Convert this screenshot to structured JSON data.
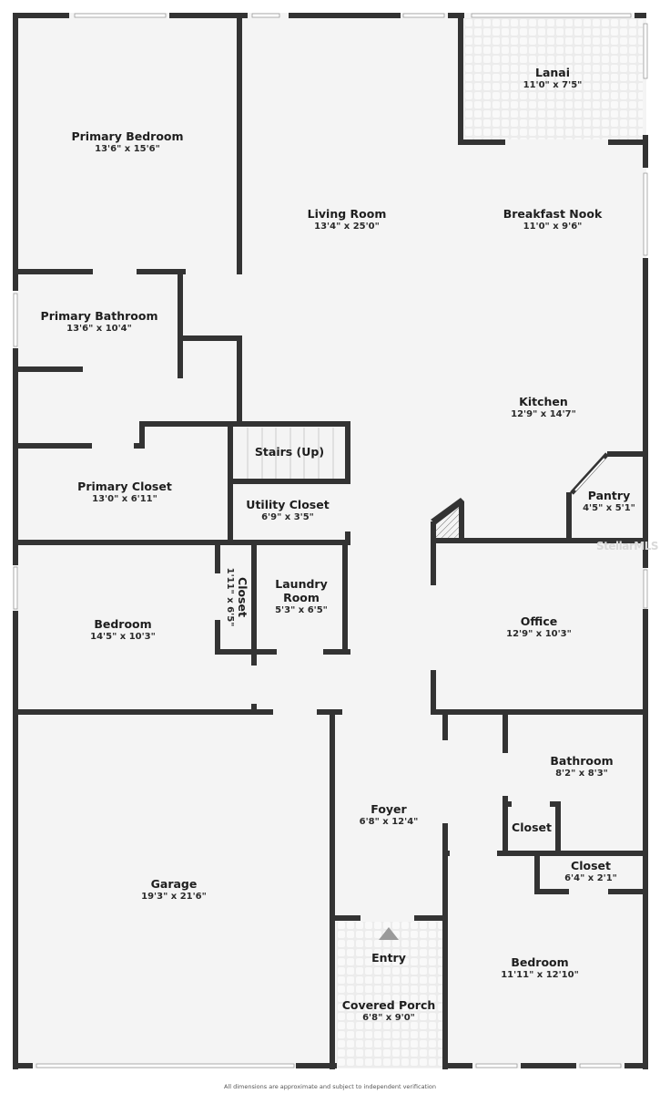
{
  "floorplan": {
    "rooms": [
      {
        "name": "Primary Bedroom",
        "dim": "13'6\" x 15'6\""
      },
      {
        "name": "Living Room",
        "dim": "13'4\" x 25'0\""
      },
      {
        "name": "Lanai",
        "dim": "11'0\" x 7'5\""
      },
      {
        "name": "Breakfast Nook",
        "dim": "11'0\" x 9'6\""
      },
      {
        "name": "Primary Bathroom",
        "dim": "13'6\" x 10'4\""
      },
      {
        "name": "Kitchen",
        "dim": "12'9\" x 14'7\""
      },
      {
        "name": "Stairs (Up)",
        "dim": ""
      },
      {
        "name": "Primary Closet",
        "dim": "13'0\" x 6'11\""
      },
      {
        "name": "Utility Closet",
        "dim": "6'9\" x 3'5\""
      },
      {
        "name": "Pantry",
        "dim": "4'5\" x 5'1\""
      },
      {
        "name": "Bedroom",
        "dim": "14'5\" x 10'3\""
      },
      {
        "name": "Closet",
        "dim": "1'11\" x 6'5\""
      },
      {
        "name": "Laundry Room",
        "dim": "5'3\" x 6'5\""
      },
      {
        "name": "Office",
        "dim": "12'9\" x 10'3\""
      },
      {
        "name": "Bathroom",
        "dim": "8'2\" x 8'3\""
      },
      {
        "name": "Foyer",
        "dim": "6'8\" x 12'4\""
      },
      {
        "name": "Closet",
        "dim": ""
      },
      {
        "name": "Closet",
        "dim": "6'4\" x 2'1\""
      },
      {
        "name": "Garage",
        "dim": "19'3\" x 21'6\""
      },
      {
        "name": "Entry",
        "dim": ""
      },
      {
        "name": "Covered Porch",
        "dim": "6'8\" x 9'0\""
      },
      {
        "name": "Bedroom",
        "dim": "11'11\" x 12'10\""
      }
    ],
    "entry_marker": "triangle-up",
    "watermark": "StellarMLS",
    "disclaimer": "All dimensions are approximate and subject to independent verification",
    "colors": {
      "wall": "#333333",
      "floor": "#f4f4f4",
      "window": "#ffffff",
      "tile": "#e8e8e8",
      "entry_arrow": "#9a9a9a"
    }
  }
}
